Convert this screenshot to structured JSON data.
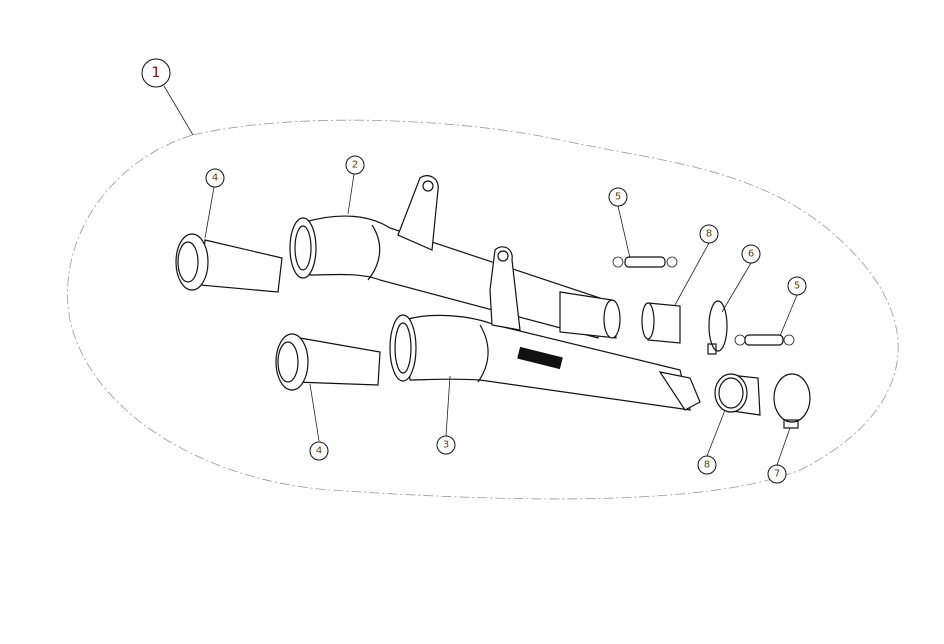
{
  "callouts": [
    {
      "id": "c1",
      "label": "1"
    },
    {
      "id": "c2",
      "label": "2"
    },
    {
      "id": "c3",
      "label": "3"
    },
    {
      "id": "c4a",
      "label": "4"
    },
    {
      "id": "c4b",
      "label": "4"
    },
    {
      "id": "c5a",
      "label": "5"
    },
    {
      "id": "c5b",
      "label": "5"
    },
    {
      "id": "c6",
      "label": "6"
    },
    {
      "id": "c7",
      "label": "7"
    },
    {
      "id": "c8a",
      "label": "8"
    },
    {
      "id": "c8b",
      "label": "8"
    }
  ]
}
